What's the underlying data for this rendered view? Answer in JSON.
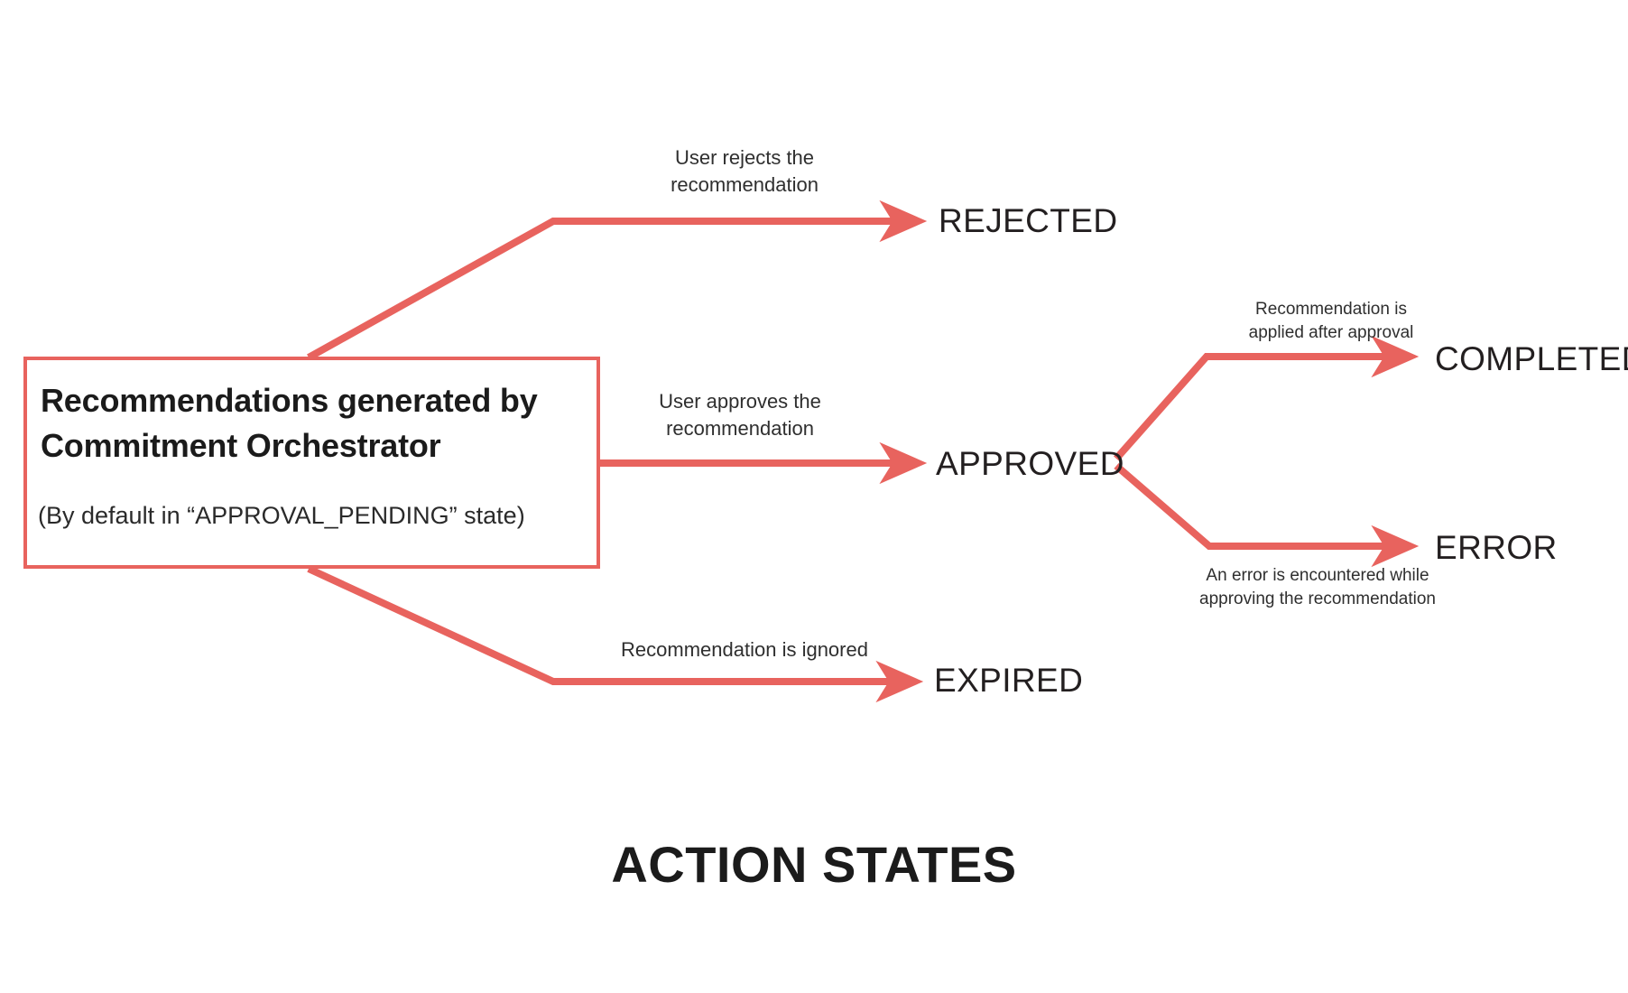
{
  "diagram": {
    "title": "ACTION STATES",
    "accent_color": "#e8635e",
    "text_color": "#231f20",
    "background": "#ffffff",
    "source_node": {
      "title": "Recommendations generated by Commitment Orchestrator",
      "subtitle": "(By default in “APPROVAL_PENDING” state)"
    },
    "states": {
      "rejected": "REJECTED",
      "approved": "APPROVED",
      "expired": "EXPIRED",
      "completed": "COMPLETED",
      "error": "ERROR"
    },
    "transitions": [
      {
        "from": "Recommendations generated by Commitment Orchestrator",
        "to": "REJECTED",
        "label": "User rejects the\nrecommendation"
      },
      {
        "from": "Recommendations generated by Commitment Orchestrator",
        "to": "APPROVED",
        "label": "User approves the\nrecommendation"
      },
      {
        "from": "Recommendations generated by Commitment Orchestrator",
        "to": "EXPIRED",
        "label": "Recommendation is ignored"
      },
      {
        "from": "APPROVED",
        "to": "COMPLETED",
        "label": "Recommendation is\napplied after approval"
      },
      {
        "from": "APPROVED",
        "to": "ERROR",
        "label": "An error is encountered while\napproving the recommendation"
      }
    ]
  }
}
